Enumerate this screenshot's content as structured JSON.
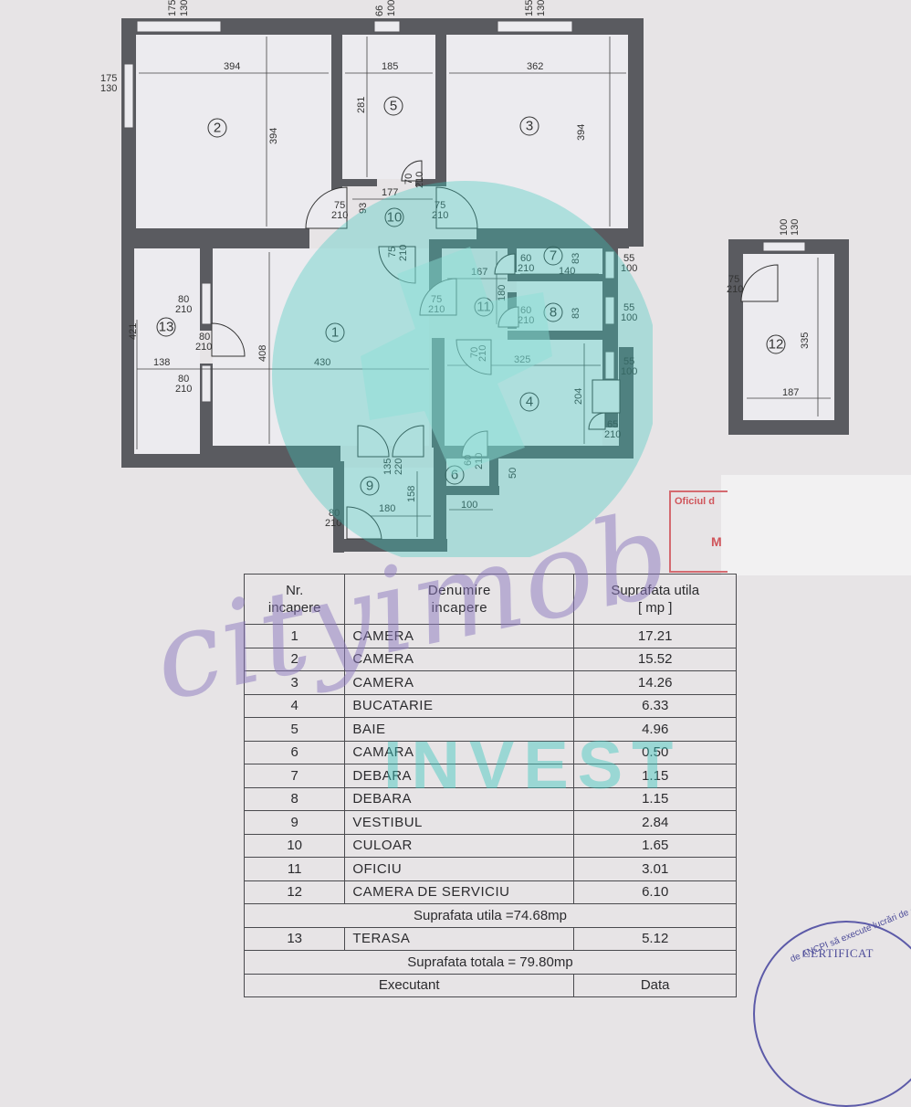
{
  "plan": {
    "rooms": [
      "1",
      "2",
      "3",
      "4",
      "5",
      "6",
      "7",
      "8",
      "9",
      "10",
      "11",
      "12",
      "13"
    ],
    "dimensions": {
      "top_window_2": "175",
      "top_window_2b": "130",
      "top_window_5": "66",
      "top_window_5b": "100",
      "top_window_3": "155",
      "top_window_3b": "130",
      "left_window": "175",
      "left_window_b": "130",
      "r2_w": "394",
      "r2_h": "394",
      "r5_w": "185",
      "r5_h": "281",
      "r3_w": "362",
      "r3_h": "394",
      "d70": "70",
      "d210": "210",
      "w177": "177",
      "w93": "93",
      "d75": "75",
      "r7_w": "140",
      "r7_h": "83",
      "r8_h": "83",
      "w167": "167",
      "h180": "180",
      "d60": "60",
      "d55": "55",
      "d100": "100",
      "d80": "80",
      "r13_h": "421",
      "r13_w": "138",
      "r1_h": "408",
      "r1_w": "430",
      "r4_w": "325",
      "r4_h": "204",
      "d65": "65",
      "d135": "135",
      "d220": "220",
      "r9_w": "180",
      "r9_h": "158",
      "w100": "100",
      "h50": "50",
      "r12_h": "335",
      "r12_w": "187",
      "r12_win": "100",
      "r12_win_b": "130"
    }
  },
  "stamp": {
    "line1": "Oficiul d",
    "line2": "M"
  },
  "table": {
    "headers": {
      "nr": "Nr.\nincapere",
      "name": "Denumire\nincapere",
      "area": "Suprafata utila\n[ mp ]"
    },
    "rows": [
      {
        "nr": "1",
        "name": "CAMERA",
        "area": "17.21"
      },
      {
        "nr": "2",
        "name": "CAMERA",
        "area": "15.52"
      },
      {
        "nr": "3",
        "name": "CAMERA",
        "area": "14.26"
      },
      {
        "nr": "4",
        "name": "BUCATARIE",
        "area": "6.33"
      },
      {
        "nr": "5",
        "name": "BAIE",
        "area": "4.96"
      },
      {
        "nr": "6",
        "name": "CAMARA",
        "area": "0.50"
      },
      {
        "nr": "7",
        "name": "DEBARA",
        "area": "1.15"
      },
      {
        "nr": "8",
        "name": "DEBARA",
        "area": "1.15"
      },
      {
        "nr": "9",
        "name": "VESTIBUL",
        "area": "2.84"
      },
      {
        "nr": "10",
        "name": "CULOAR",
        "area": "1.65"
      },
      {
        "nr": "11",
        "name": "OFICIU",
        "area": "3.01"
      },
      {
        "nr": "12",
        "name": "CAMERA DE SERVICIU",
        "area": "6.10"
      }
    ],
    "useful_total": "Suprafata utila =74.68mp",
    "terrace": {
      "nr": "13",
      "name": "TERASA",
      "area": "5.12"
    },
    "grand_total": "Suprafata totala = 79.80mp",
    "footer": {
      "left": "Executant",
      "right": "Data"
    }
  },
  "watermark": {
    "script": "cityimob",
    "word": "INVEST"
  },
  "seal": {
    "arc": "de ANCPI să execute lucrări de c",
    "title": "CERTIFICAT"
  },
  "colors": {
    "wall": "#55565a",
    "watermark_teal": "#3cc8be",
    "watermark_purple": "#8c78be",
    "stamp_red": "#d0555b",
    "seal_blue": "#4f4e9a"
  }
}
